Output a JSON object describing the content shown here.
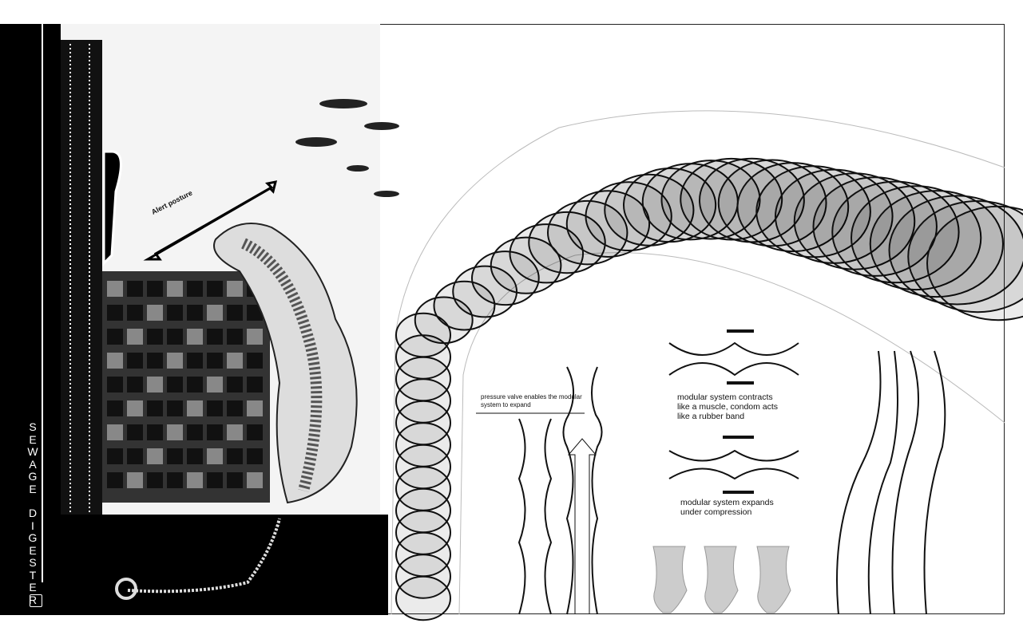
{
  "sidebar": {
    "title_letters_1": [
      "S",
      "E",
      "W",
      "A",
      "G",
      "E"
    ],
    "title_letters_2": [
      "D",
      "I",
      "G",
      "E",
      "S",
      "T",
      "E",
      "R"
    ],
    "title": "SEWAGE DIGESTER"
  },
  "collage": {
    "arrow_label": "Alert posture"
  },
  "annotations": {
    "valve": "pressure valve enables the modular system to expand",
    "contracts": "modular system contracts like a muscle, condom acts like a rubber band",
    "expands": "modular system expands under compression"
  },
  "colors": {
    "ink": "#000000",
    "paper": "#ffffff"
  }
}
